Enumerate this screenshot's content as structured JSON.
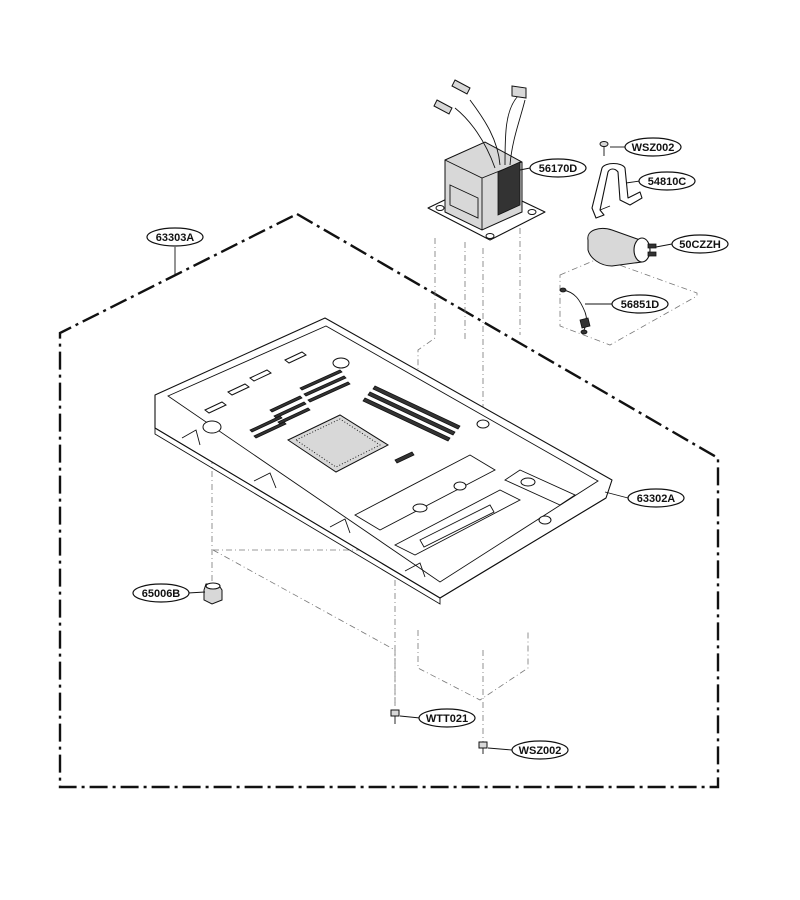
{
  "diagram": {
    "labels": {
      "p63303A": "63303A",
      "p56170D": "56170D",
      "pWSZ002_top": "WSZ002",
      "p54810C": "54810C",
      "p50CZZH": "50CZZH",
      "p56851D": "56851D",
      "p63302A": "63302A",
      "p65006B": "65006B",
      "pWTT021": "WTT021",
      "pWSZ002_bottom": "WSZ002"
    }
  }
}
